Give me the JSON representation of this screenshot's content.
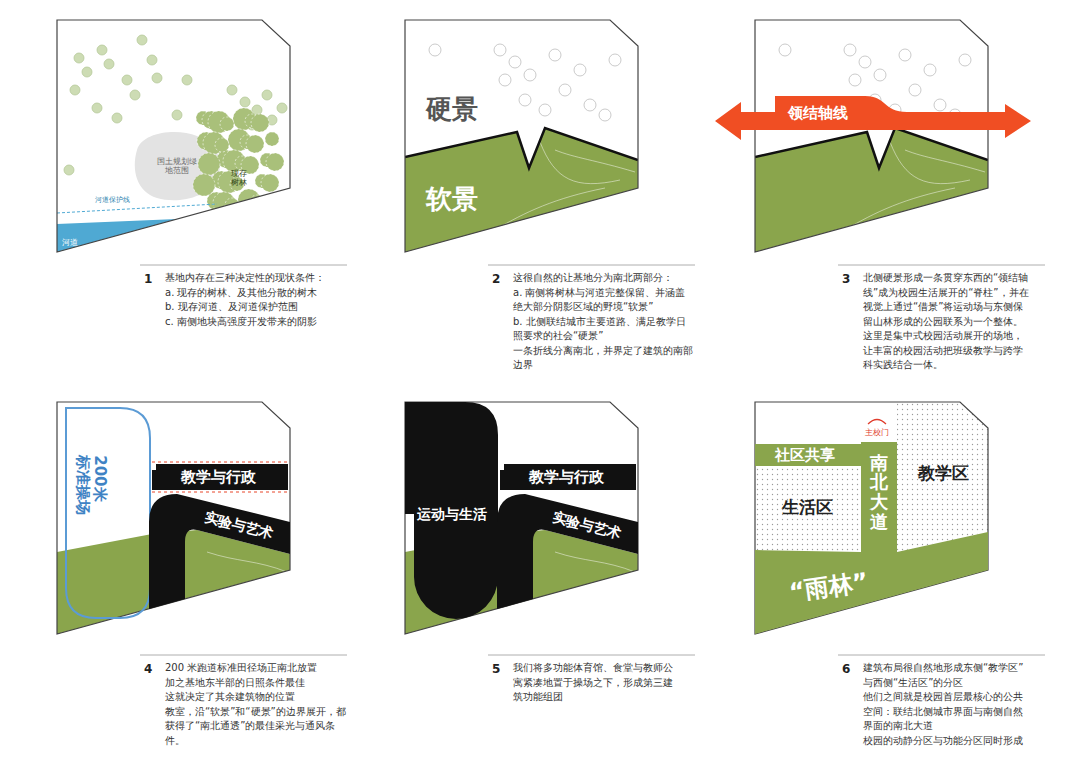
{
  "diagram": {
    "nodes": [
      {
        "text": [
          "领结轴线"
        ]
      },
      {
        "text": [
          "200米 标准操场"
        ]
      },
      {
        "text": [
          "教学与行政"
        ]
      },
      {
        "text": [
          "实验与艺术"
        ]
      },
      {
        "text": [
          "运动与生活"
        ]
      },
      {
        "text": [
          "教学与行政"
        ]
      },
      {
        "text": [
          "实验与艺术"
        ]
      },
      {
        "text": [
          "社区共享"
        ]
      },
      {
        "text": [
          "南北大道"
        ]
      },
      {
        "text": [
          "“雨林”"
        ]
      }
    ],
    "labels": [
      "国土规划绿地范围",
      "现存树林",
      "河道保护线",
      "河道",
      "1",
      "基地内存在三种决定性的现状条件：",
      "a. 现存的树林、及其他分散的树木",
      "b. 现存河道、及河道保护范围",
      "c. 南侧地块高强度开发带来的阴影",
      "硬景",
      "软景",
      "2",
      "这很自然的让基地分为南北两部分：",
      "a. 南侧将树林与河道完整保留、并涵盖绝大部分阴影区域的野境“软景”",
      "b. 北侧联结城市主要道路、满足教学日照要求的社会“硬景”",
      "一条折线分离南北，并界定了建筑的南部边界",
      "3",
      "北侧硬景形成一条贯穿东西的“领结轴线”成为校园生活展开的“脊柱”，并在视觉上通过“借景”将运动场与东侧保留山林形成的公园联系为一个整体。这里是集中式校园活动展开的场地，让丰富的校园活动把班级教学与跨学科实践结合一体。",
      "4",
      "200 米跑道标准田径场正南北放置",
      "加之基地东半部的日照条件最佳",
      "这就决定了其余建筑物的位置",
      "教室，沿“软景”和“硬景”的边界展开，都获得了“南北通透”的最佳采光与通风条件。",
      "5",
      "我们将多功能体育馆、食堂与教师公寓紧凑地置于操场之下，形成第三建筑功能组团",
      "主校门",
      "生活区",
      "教学区",
      "6",
      "建筑布局很自然地形成东侧“教学区”",
      "与西侧“生活区”的分区",
      "他们之间就是校园首层最核心的公共空间：联结北侧城市界面与南侧自然界面的南北大道",
      "校园的动静分区与功能分区同时形成"
    ]
  }
}
